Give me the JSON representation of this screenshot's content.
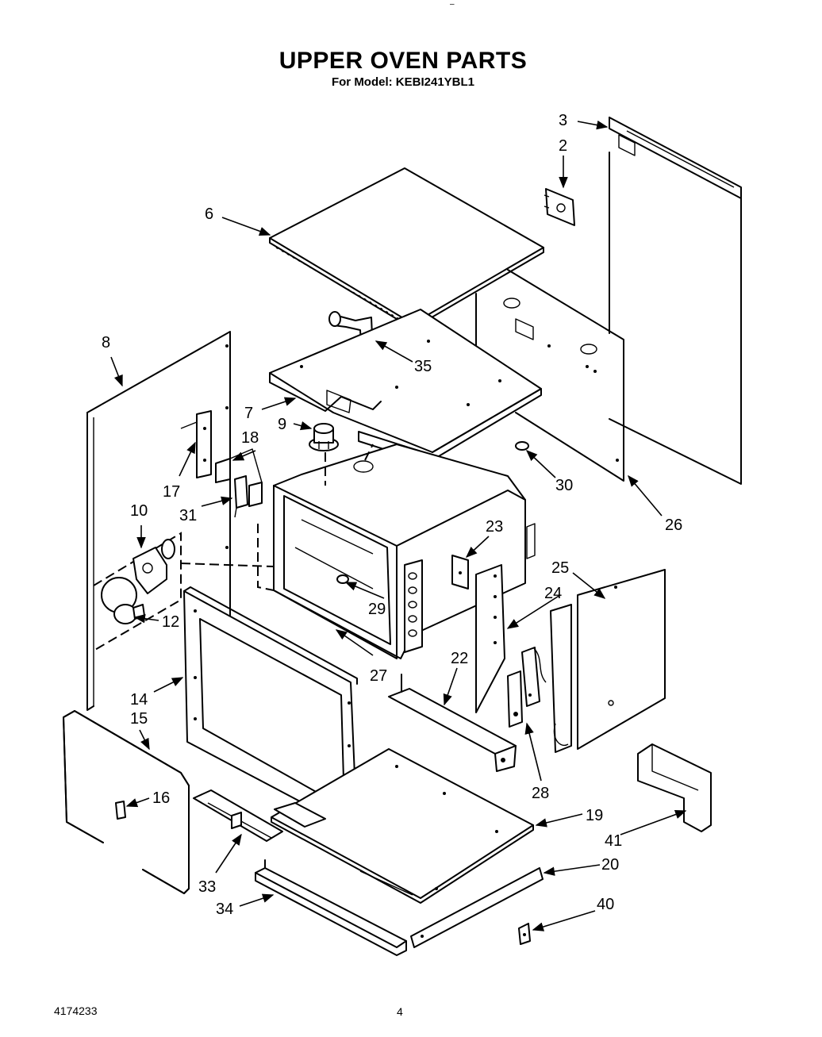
{
  "header": {
    "title": "UPPER OVEN PARTS",
    "subtitle": "For Model: KEBI241YBL1",
    "top_mark": "–"
  },
  "footer": {
    "document_number": "4174233",
    "page_number": "4"
  },
  "callouts": {
    "c2": "2",
    "c3": "3",
    "c6": "6",
    "c7": "7",
    "c8": "8",
    "c9": "9",
    "c10": "10",
    "c12": "12",
    "c14": "14",
    "c15": "15",
    "c16": "16",
    "c17": "17",
    "c18": "18",
    "c19": "19",
    "c20": "20",
    "c22": "22",
    "c23": "23",
    "c24": "24",
    "c25": "25",
    "c26": "26",
    "c27": "27",
    "c28": "28",
    "c29": "29",
    "c30": "30",
    "c31": "31",
    "c33": "33",
    "c34": "34",
    "c35": "35",
    "c40": "40",
    "c41": "41"
  }
}
